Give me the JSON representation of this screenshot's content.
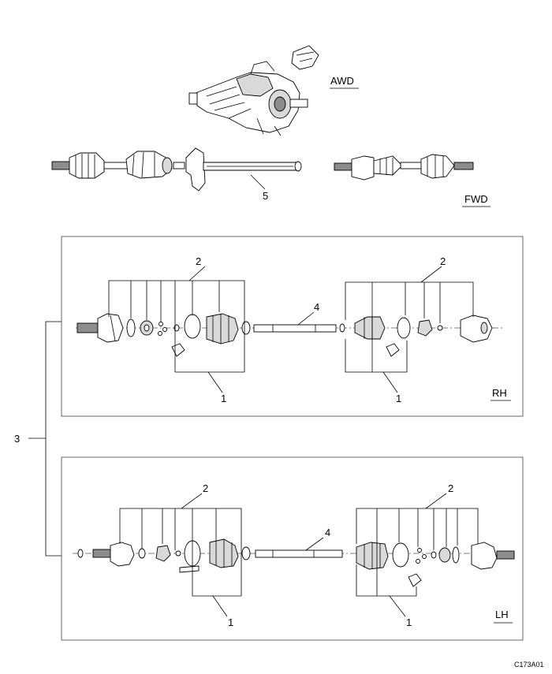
{
  "labels": {
    "awd": "AWD",
    "fwd": "FWD",
    "rh": "RH",
    "lh": "LH",
    "callout_1": "1",
    "callout_2": "2",
    "callout_3": "3",
    "callout_4": "4",
    "callout_5": "5"
  },
  "figure_code": "C173A01"
}
